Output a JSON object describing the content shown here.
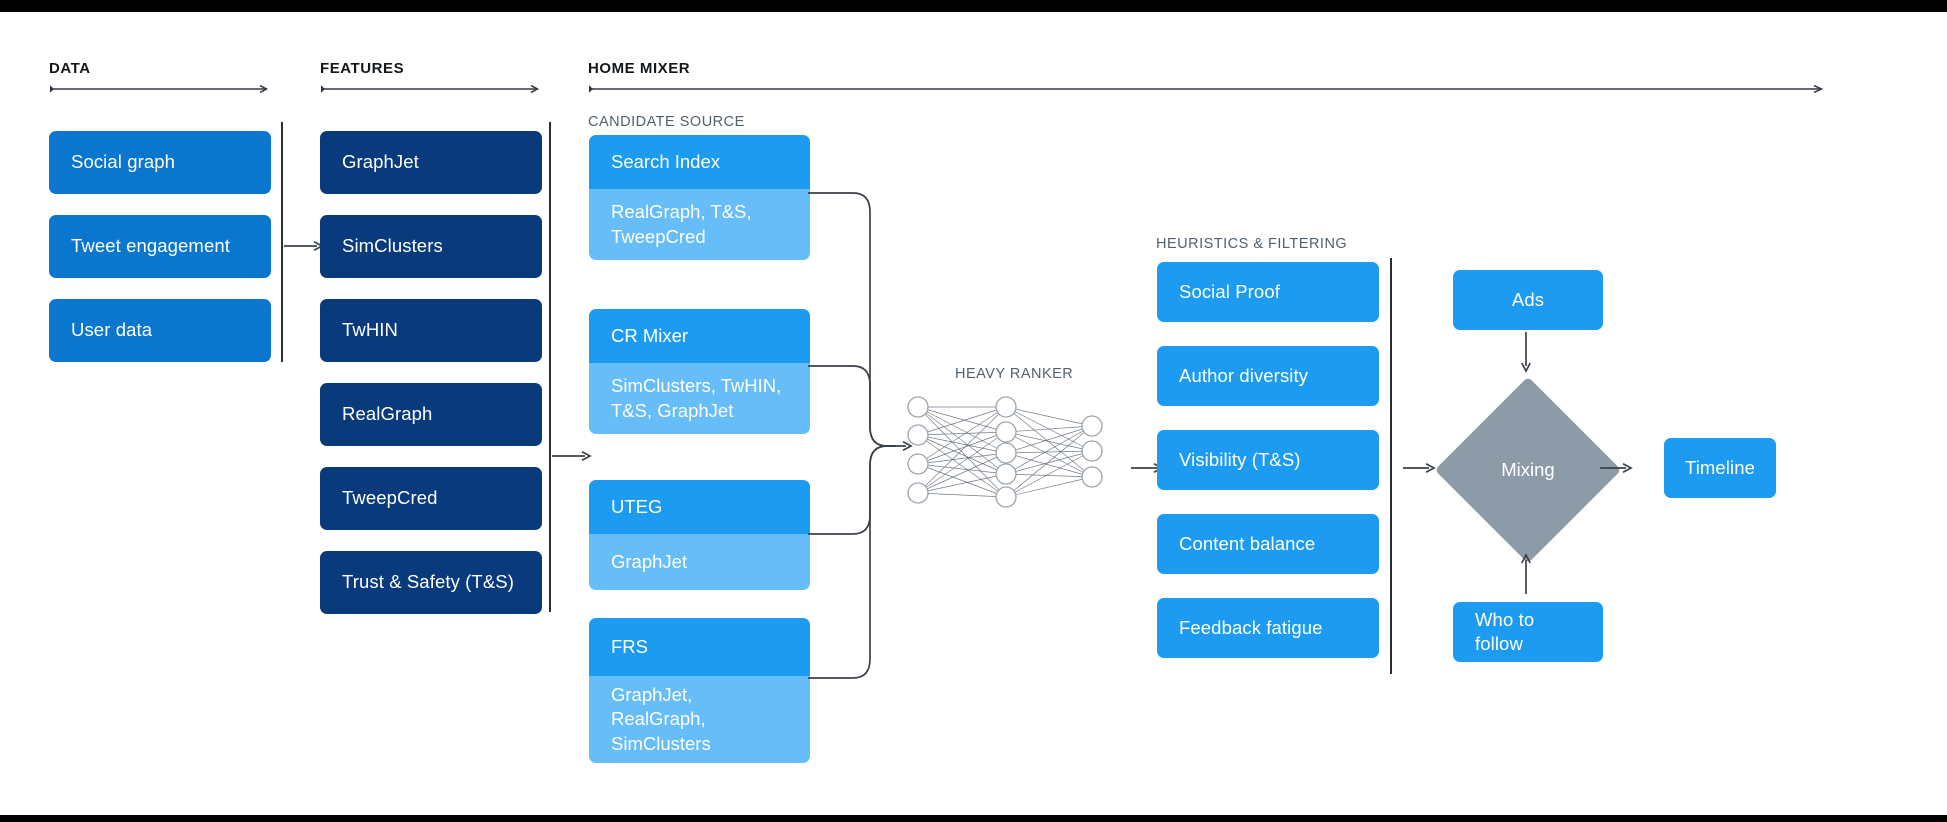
{
  "sections": {
    "data": {
      "label": "DATA"
    },
    "features": {
      "label": "FEATURES"
    },
    "home_mixer": {
      "label": "HOME MIXER"
    },
    "candidate_source": {
      "label": "CANDIDATE SOURCE"
    },
    "heavy_ranker": {
      "label": "HEAVY RANKER"
    },
    "heuristics": {
      "label": "HEURISTICS & FILTERING"
    }
  },
  "data_column": {
    "items": [
      {
        "label": "Social graph"
      },
      {
        "label": "Tweet engagement"
      },
      {
        "label": "User data"
      }
    ]
  },
  "features_column": {
    "items": [
      {
        "label": "GraphJet"
      },
      {
        "label": "SimClusters"
      },
      {
        "label": "TwHIN"
      },
      {
        "label": "RealGraph"
      },
      {
        "label": "TweepCred"
      },
      {
        "label": "Trust & Safety (T&S)"
      }
    ]
  },
  "candidate_sources": {
    "items": [
      {
        "title": "Search Index",
        "features": "RealGraph, T&S,\nTweepCred"
      },
      {
        "title": "CR Mixer",
        "features": "SimClusters, TwHIN,\nT&S, GraphJet"
      },
      {
        "title": "UTEG",
        "features": "GraphJet"
      },
      {
        "title": "FRS",
        "features": "GraphJet, RealGraph,\nSimClusters"
      }
    ]
  },
  "heuristics_column": {
    "items": [
      {
        "label": "Social Proof"
      },
      {
        "label": "Author diversity"
      },
      {
        "label": "Visibility (T&S)"
      },
      {
        "label": "Content balance"
      },
      {
        "label": "Feedback fatigue"
      }
    ]
  },
  "output_stage": {
    "ads": {
      "label": "Ads"
    },
    "mixing": {
      "label": "Mixing"
    },
    "who_to_follow": {
      "label": "Who to follow"
    },
    "timeline": {
      "label": "Timeline"
    }
  },
  "neural_net": {
    "layers": [
      4,
      5,
      3
    ]
  },
  "colors": {
    "data_card": "#0a76ce",
    "feature_card": "#083a7c",
    "candidate_head": "#1d9bf0",
    "candidate_body": "#66bdf7",
    "heuristic_card": "#1d9bf0",
    "mixing_diamond": "#8d9aa8",
    "arrow": "#3b4148",
    "divider": "#2b2f33",
    "background": "#ffffff"
  }
}
